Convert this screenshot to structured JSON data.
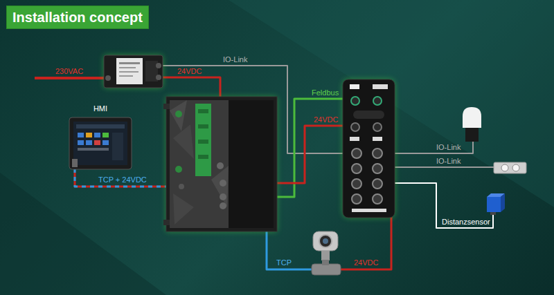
{
  "diagram": {
    "title": "Installation concept",
    "nodes": [
      {
        "text": [
          "HMI"
        ]
      }
    ],
    "labels": [
      "230VAC",
      "24VDC",
      "IO-Link",
      "Feldbus",
      "24VDC",
      "IO-Link",
      "IO-Link",
      "TCP + 24VDC",
      "Distanzsensor",
      "TCP",
      "24VDC"
    ]
  }
}
